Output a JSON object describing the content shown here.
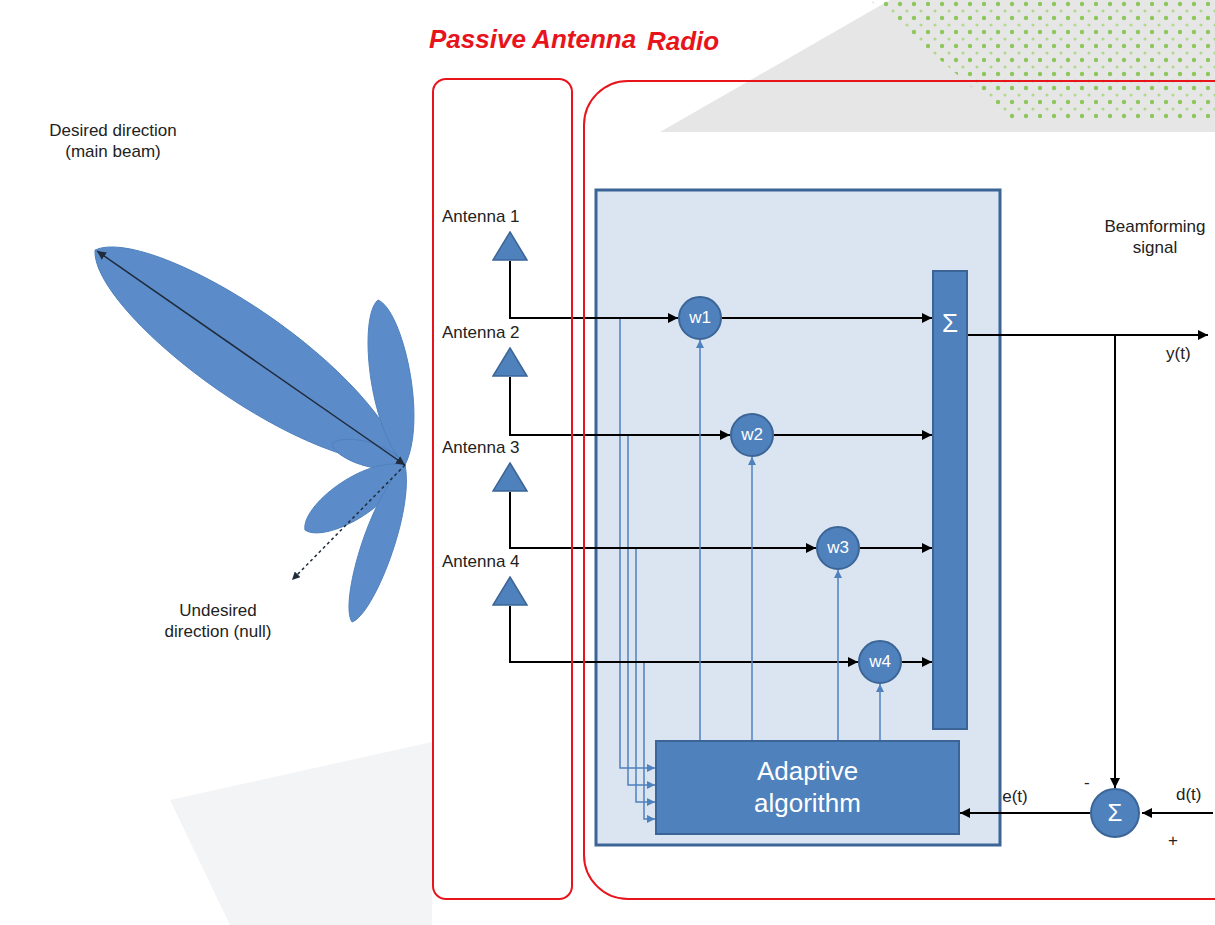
{
  "diagram": {
    "nodes": [
      {
        "text": [
          "Passive Antenna"
        ]
      },
      {
        "text": [
          "Antenna 1"
        ],
        "in": 0
      },
      {
        "text": [
          "Antenna 2"
        ],
        "in": 0
      },
      {
        "text": [
          "Antenna 3"
        ],
        "in": 0
      },
      {
        "text": [
          "Antenna 4"
        ],
        "in": 0
      },
      {
        "text": [
          "Radio"
        ]
      },
      {
        "text": [
          "w1"
        ],
        "in": 5
      },
      {
        "text": [
          "w2"
        ],
        "in": 5
      },
      {
        "text": [
          "w3"
        ],
        "in": 5
      },
      {
        "text": [
          "w4"
        ],
        "in": 5
      },
      {
        "text": [
          "Σ"
        ],
        "in": 5
      },
      {
        "text": [
          "Adaptive algorithm"
        ],
        "in": 5
      },
      {
        "text": [
          "Σ"
        ],
        "in": 5
      }
    ],
    "edges": [
      {
        "from": 1,
        "to": 11,
        "arrow": "to"
      },
      {
        "from": 2,
        "to": 11,
        "arrow": "to"
      },
      {
        "from": 3,
        "to": 11,
        "arrow": "to"
      },
      {
        "from": 4,
        "to": 11,
        "arrow": "to"
      },
      {
        "from": 1,
        "to": 6,
        "arrow": "to"
      },
      {
        "from": 2,
        "to": 7,
        "arrow": "to"
      },
      {
        "from": 3,
        "to": 8,
        "arrow": "to"
      },
      {
        "from": 4,
        "to": 9,
        "arrow": "to"
      },
      {
        "from": 6,
        "to": 10,
        "arrow": "to"
      },
      {
        "from": 7,
        "to": 10,
        "arrow": "to"
      },
      {
        "from": 8,
        "to": 10,
        "arrow": "to"
      },
      {
        "from": 9,
        "to": 10,
        "arrow": "to"
      },
      {
        "from": 11,
        "to": 6,
        "arrow": "to"
      },
      {
        "from": 11,
        "to": 7,
        "arrow": "to"
      },
      {
        "from": 11,
        "to": 8,
        "arrow": "to"
      },
      {
        "from": 11,
        "to": 9,
        "arrow": "to"
      },
      {
        "from": 10,
        "to": 12,
        "arrow": "to"
      },
      {
        "from": 12,
        "to": 11,
        "label": "e(t)",
        "arrow": "to"
      }
    ],
    "labels": [
      "Desired direction (main beam)",
      "Undesired direction (null)",
      "Beamforming signal",
      "y(t)",
      "-",
      "d(t)",
      "+"
    ]
  }
}
